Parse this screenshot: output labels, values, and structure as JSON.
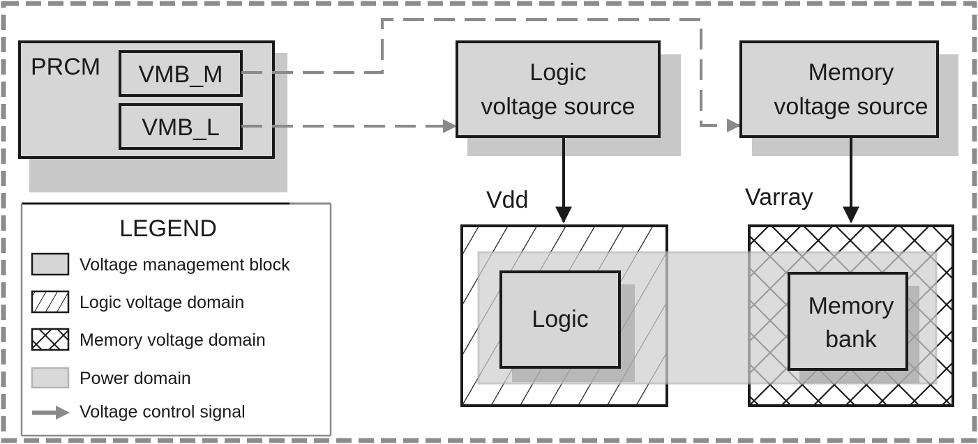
{
  "prcm": {
    "title": "PRCM",
    "vmb_m": "VMB_M",
    "vmb_l": "VMB_L"
  },
  "logic_source": {
    "line1": "Logic",
    "line2": "voltage source"
  },
  "memory_source": {
    "line1": "Memory",
    "line2": "voltage source"
  },
  "rails": {
    "vdd": "Vdd",
    "varray": "Varray"
  },
  "logic_block": {
    "label": "Logic"
  },
  "memory_block": {
    "line1": "Memory",
    "line2": "bank"
  },
  "legend": {
    "title": "LEGEND",
    "items": [
      {
        "label": "Voltage management block",
        "swatch": "vmb"
      },
      {
        "label": "Logic voltage domain",
        "swatch": "logic-domain"
      },
      {
        "label": "Memory voltage domain",
        "swatch": "memory-domain"
      },
      {
        "label": "Power domain",
        "swatch": "power-domain"
      },
      {
        "label": "Voltage control signal",
        "swatch": "signal-arrow"
      }
    ]
  },
  "colors": {
    "block_fill": "#d6d6d6",
    "power_domain_fill": "#cfcfcf",
    "line": "#1a1a1a",
    "signal": "#8a8a8a",
    "border": "#8c8c8c"
  }
}
